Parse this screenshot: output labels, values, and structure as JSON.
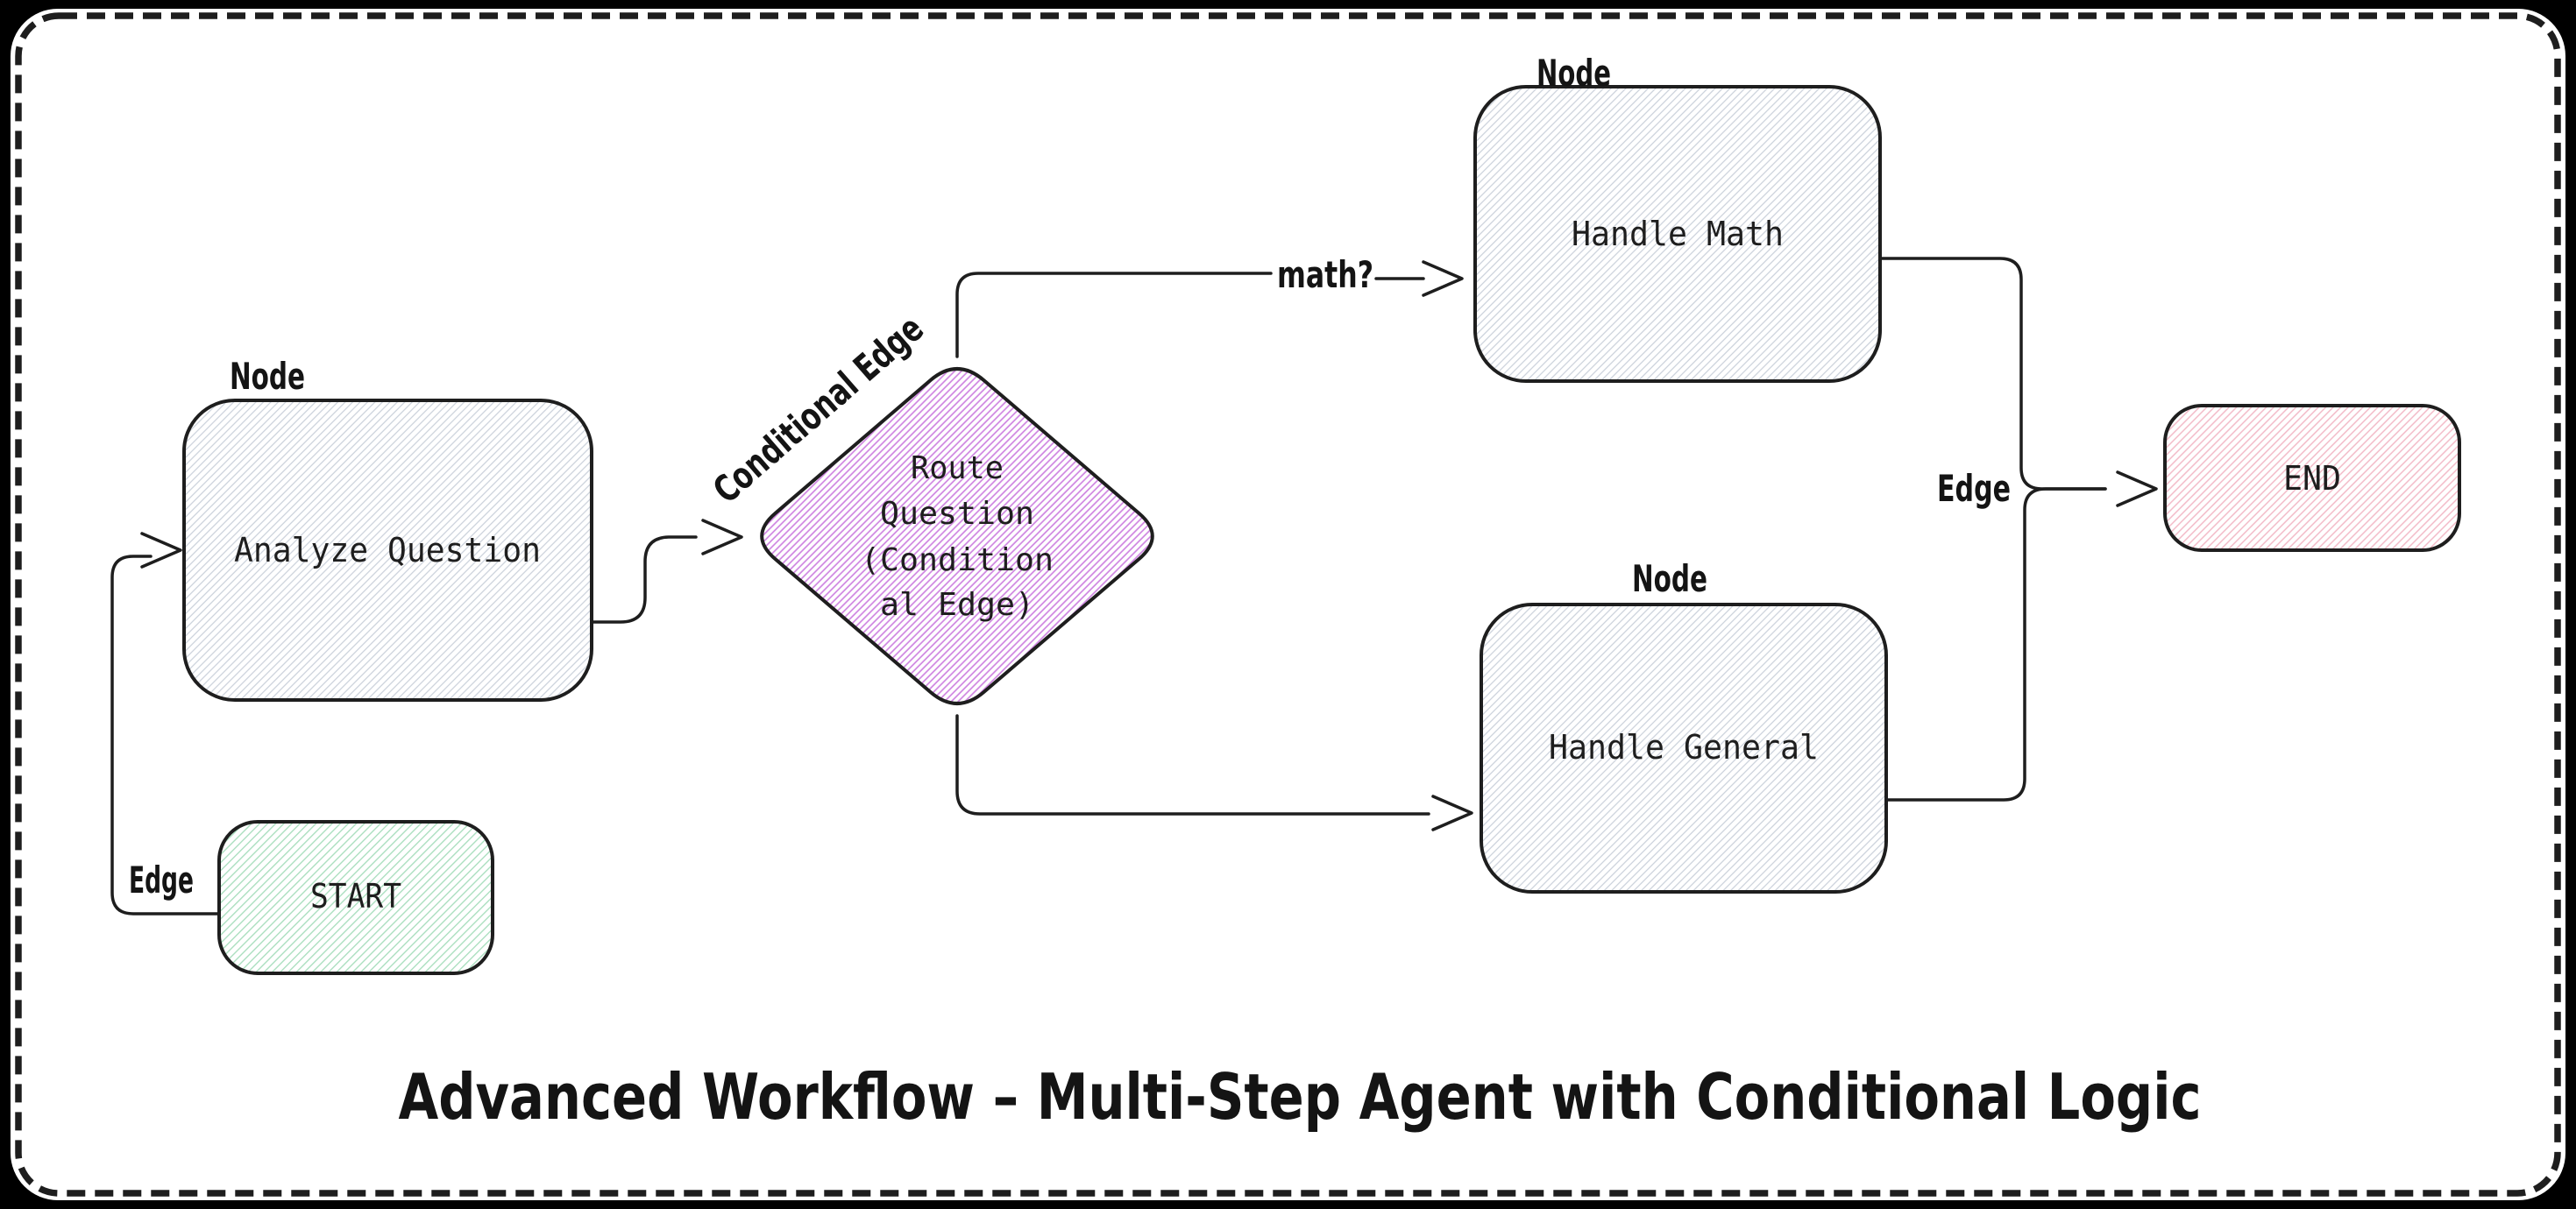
{
  "title": "Advanced Workflow – Multi-Step Agent with Conditional Logic",
  "colors": {
    "frame": "#000000",
    "canvas": "#ffffff",
    "ink": "#1e1e1e",
    "hatch_node": "#c9d0da",
    "hatch_start": "#a5ddbb",
    "hatch_route": "#cf85e1",
    "hatch_end": "#f2b6c4"
  },
  "nodes": {
    "analyze": {
      "annotation": "Node",
      "label": "Analyze Question"
    },
    "start": {
      "label": "START"
    },
    "route": {
      "lines": [
        "Route",
        "Question",
        "(Condition",
        "al Edge)"
      ]
    },
    "handle_math": {
      "annotation": "Node",
      "label": "Handle Math"
    },
    "handle_general": {
      "annotation": "Node",
      "label": "Handle General"
    },
    "end": {
      "label": "END"
    }
  },
  "edges": {
    "start_to_analyze": {
      "label": "Edge"
    },
    "analyze_to_route": {
      "label": "Conditional Edge"
    },
    "route_to_handle_math": {
      "label": "math?"
    },
    "route_to_handle_general": {
      "label": ""
    },
    "handlers_to_end": {
      "label": "Edge"
    }
  }
}
